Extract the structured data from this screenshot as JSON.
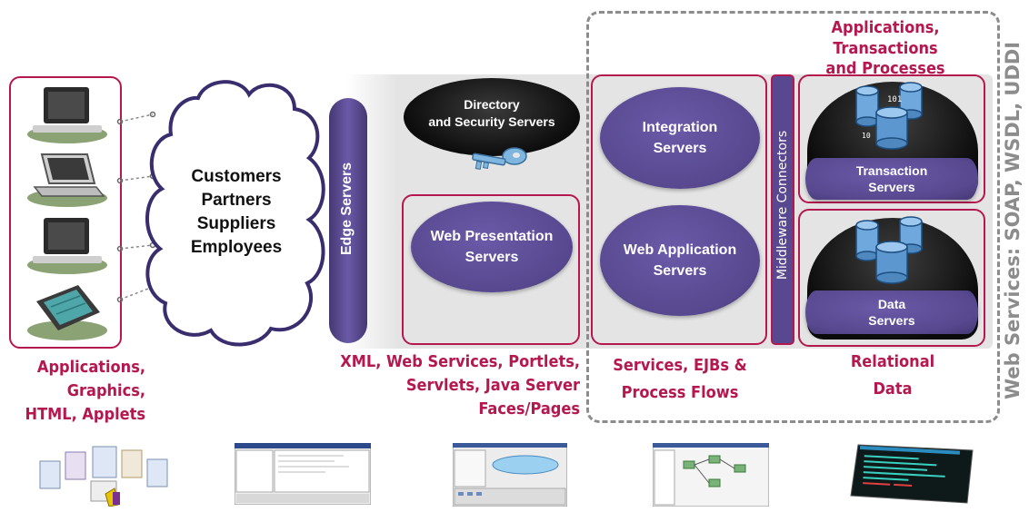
{
  "cloud": {
    "lines": [
      "Customers",
      "Partners",
      "Suppliers",
      "Employees"
    ]
  },
  "edge_servers": "Edge Servers",
  "directory_servers": [
    "Directory",
    "and Security Servers"
  ],
  "web_presentation": [
    "Web Presentation",
    "Servers"
  ],
  "integration": [
    "Integration",
    "Servers"
  ],
  "web_application": [
    "Web Application",
    "Servers"
  ],
  "middleware": "Middleware Connectors",
  "transaction_servers": [
    "Transaction",
    "Servers"
  ],
  "data_servers": [
    "Data",
    "Servers"
  ],
  "labels": {
    "apps_top": [
      "Applications, Transactions",
      "and Processes"
    ],
    "clients": [
      "Applications,",
      "Graphics,",
      "HTML, Applets"
    ],
    "xml": [
      "XML, Web Services, Portlets,",
      "Servlets, Java Server Faces/Pages"
    ],
    "services": [
      "Services, EJBs &",
      "Process Flows"
    ],
    "relational": [
      "Relational",
      "Data"
    ],
    "web_services_side": "Web Services: SOAP, WSDL, UDDI"
  },
  "colors": {
    "accent": "#b5174f",
    "oval": "#57488f",
    "panel": "#e6e6e6",
    "dashed": "#8c8c8c"
  }
}
